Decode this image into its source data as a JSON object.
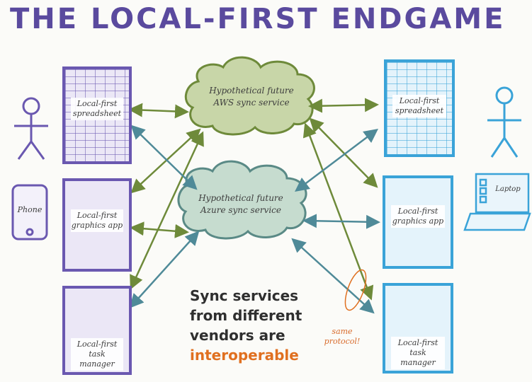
{
  "title": "THE LOCAL-FIRST ENDGAME",
  "clouds": {
    "aws": "Hypothetical future AWS sync service",
    "azure": "Hypothetical future Azure sync service"
  },
  "left_apps": [
    {
      "label": "Local-first spreadsheet"
    },
    {
      "label": "Local-first graphics app"
    },
    {
      "label": "Local-first task manager"
    }
  ],
  "right_apps": [
    {
      "label": "Local-first spreadsheet"
    },
    {
      "label": "Local-first graphics app"
    },
    {
      "label": "Local-first task manager"
    }
  ],
  "devices": {
    "phone": "Phone",
    "laptop": "Laptop"
  },
  "message": {
    "line1": "Sync services",
    "line2": "from different",
    "line3": "vendors are",
    "line4": "interoperable"
  },
  "annotation": "same protocol!",
  "colors": {
    "purple": "#6a58b0",
    "blue": "#3aa3d8",
    "green_arrow": "#6e8a3a",
    "teal_arrow": "#4f8a98",
    "orange": "#e07020"
  }
}
